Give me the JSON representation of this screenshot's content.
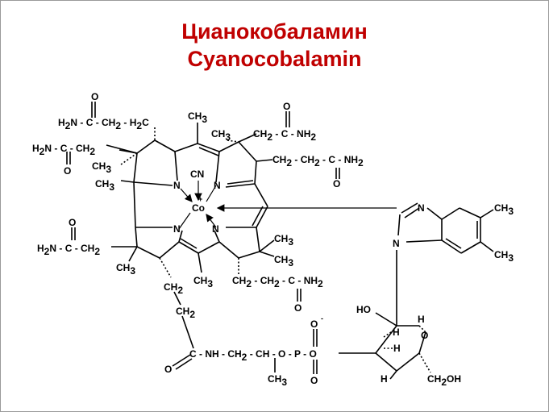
{
  "title": {
    "russian": "Цианокобаламин",
    "english": "Cyanocobalamin"
  },
  "colors": {
    "title": "#c00000",
    "structure": "#000000",
    "frame": "#9a9a9a"
  },
  "labels": {
    "amide_top_h2n": "H2N - C - CH2 - H2C",
    "amide_top_o": "O",
    "amide_left_h2n": "H2N - C - CH2",
    "amide_left_o": "O",
    "ch3_top": "CH3",
    "ch3_ring_a": "CH3",
    "ch3_ring_b": "CH3",
    "ch3_ring_c": "CH3",
    "amide_right_top": "CH2 - C - NH2",
    "amide_right_top_o": "O",
    "propionamide_right": "CH2 - CH2 - C - NH2",
    "propionamide_right_o": "O",
    "cn": "CN",
    "co": "Co",
    "co_charge": "+",
    "n_ul": "N",
    "n_ur": "N",
    "n_ll": "N",
    "n_lr": "N",
    "amide_mid_left": "H2N - C - CH2",
    "amide_mid_left_o": "O",
    "ch3_lower_left": "CH3",
    "ch3_lower_mid": "CH3",
    "ch3_lower_right_1": "CH3",
    "ch3_lower_right_2": "CH3",
    "propionamide_lower": "CH2 - CH2 - C - NH2",
    "propionamide_lower_o": "O",
    "chain_ch2_1": "CH2",
    "chain_ch2_2": "CH2",
    "linker": "C - NH - CH2 - CH - O - P - O",
    "linker_o_left": "O",
    "linker_ch3": "CH3",
    "phosphate_o_top": "O",
    "phosphate_charge": "-",
    "phosphate_o_bottom": "O",
    "benz_n_top": "N",
    "benz_n_bottom": "N",
    "benz_ch3_1": "CH3",
    "benz_ch3_2": "CH3",
    "ribose_ho": "HO",
    "ribose_o": "O",
    "ribose_h1": "H",
    "ribose_h2": "H",
    "ribose_h3": "H",
    "ribose_h4": "H",
    "ribose_ch2oh": "CH2OH"
  }
}
